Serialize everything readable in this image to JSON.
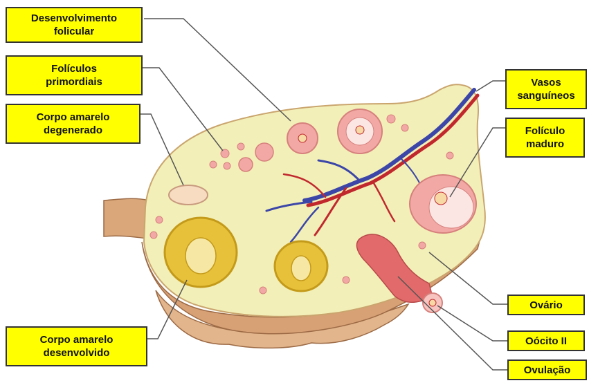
{
  "diagram": {
    "labels": {
      "desenvolvimento_folicular": {
        "line1": "Desenvolvimento",
        "line2": "folicular"
      },
      "foliculos_primordiais": {
        "line1": "Folículos",
        "line2": "primordiais"
      },
      "corpo_amarelo_degenerado": {
        "line1": "Corpo amarelo",
        "line2": "degenerado"
      },
      "corpo_amarelo_desenvolvido": {
        "line1": "Corpo amarelo",
        "line2": "desenvolvido"
      },
      "vasos_sanguineos": {
        "line1": "Vasos",
        "line2": "sanguíneos"
      },
      "foliculo_maduro": {
        "line1": "Folículo",
        "line2": "maduro"
      },
      "ovario": {
        "text": "Ovário"
      },
      "oocito_ii": {
        "text": "Oócito II"
      },
      "ovulacao": {
        "text": "Ovulação"
      }
    },
    "colors": {
      "label_fill": "#ffff00",
      "label_border": "#333333",
      "leader_line": "#555555",
      "ovary_interior": "#f3efb8",
      "ovary_capsule": "#d9a77a",
      "follicle": "#f2a9a6",
      "corpus_luteum": "#e8c13a",
      "artery": "#c0282e",
      "vein": "#3b46a8"
    }
  }
}
